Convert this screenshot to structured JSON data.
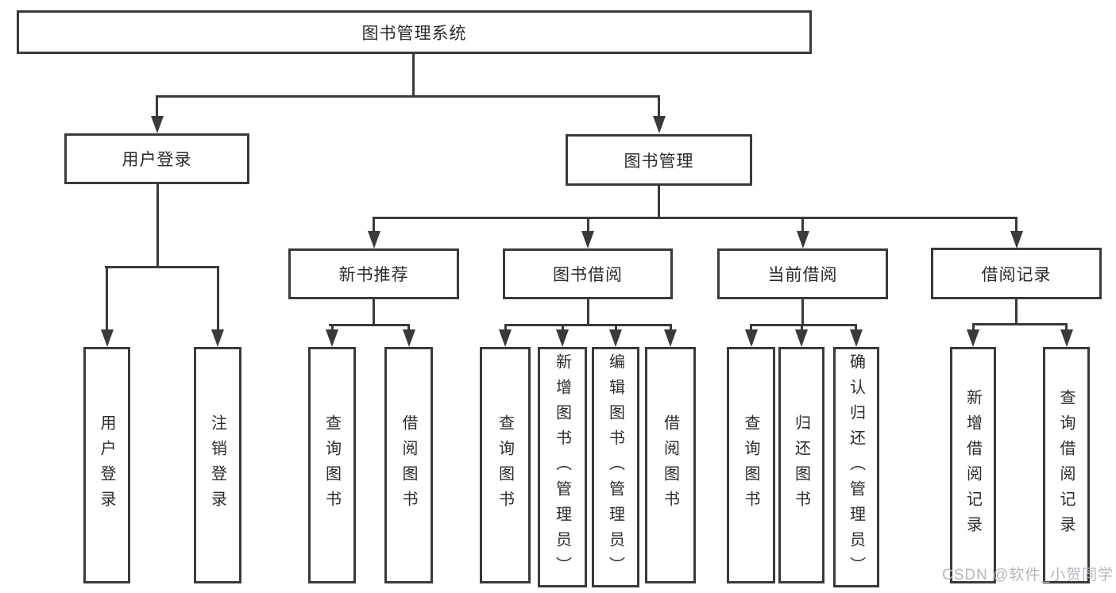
{
  "diagram": {
    "title": "图书管理系统",
    "watermark": "CSDN @软件_小贺同学",
    "colors": {
      "line": "#3a3a3a",
      "text": "#2b2b2b",
      "watermark": "#b3b7bd",
      "background": "#ffffff"
    },
    "nodes": {
      "root": "图书管理系统",
      "level2": [
        "用户登录",
        "图书管理"
      ],
      "level3": [
        "新书推荐",
        "图书借阅",
        "当前借阅",
        "借阅记录"
      ],
      "level4": {
        "user_login": [
          "用户登录",
          "注销登录"
        ],
        "new_book": [
          "查询图书",
          "借阅图书"
        ],
        "book_borrow": [
          "查询图书",
          "新增图书（管理员）",
          "编辑图书（管理员）",
          "借阅图书"
        ],
        "current_borrow": [
          "查询图书",
          "归还图书",
          "确认归还（管理员）"
        ],
        "borrow_record": [
          "新增借阅记录",
          "查询借阅记录"
        ]
      }
    }
  }
}
